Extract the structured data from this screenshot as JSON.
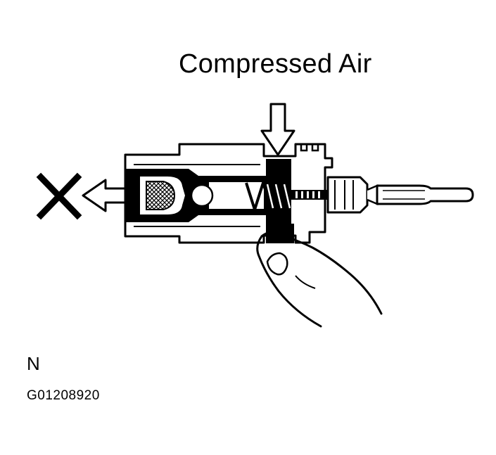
{
  "diagram": {
    "title": "Compressed Air",
    "code": "N",
    "figure_id": "G01208920",
    "colors": {
      "ink": "#000000",
      "paper": "#ffffff"
    },
    "icons": [
      "x-mark-icon",
      "left-arrow-icon",
      "down-arrow-icon",
      "spring-icon",
      "finger-icon",
      "screwdriver-icon"
    ]
  }
}
